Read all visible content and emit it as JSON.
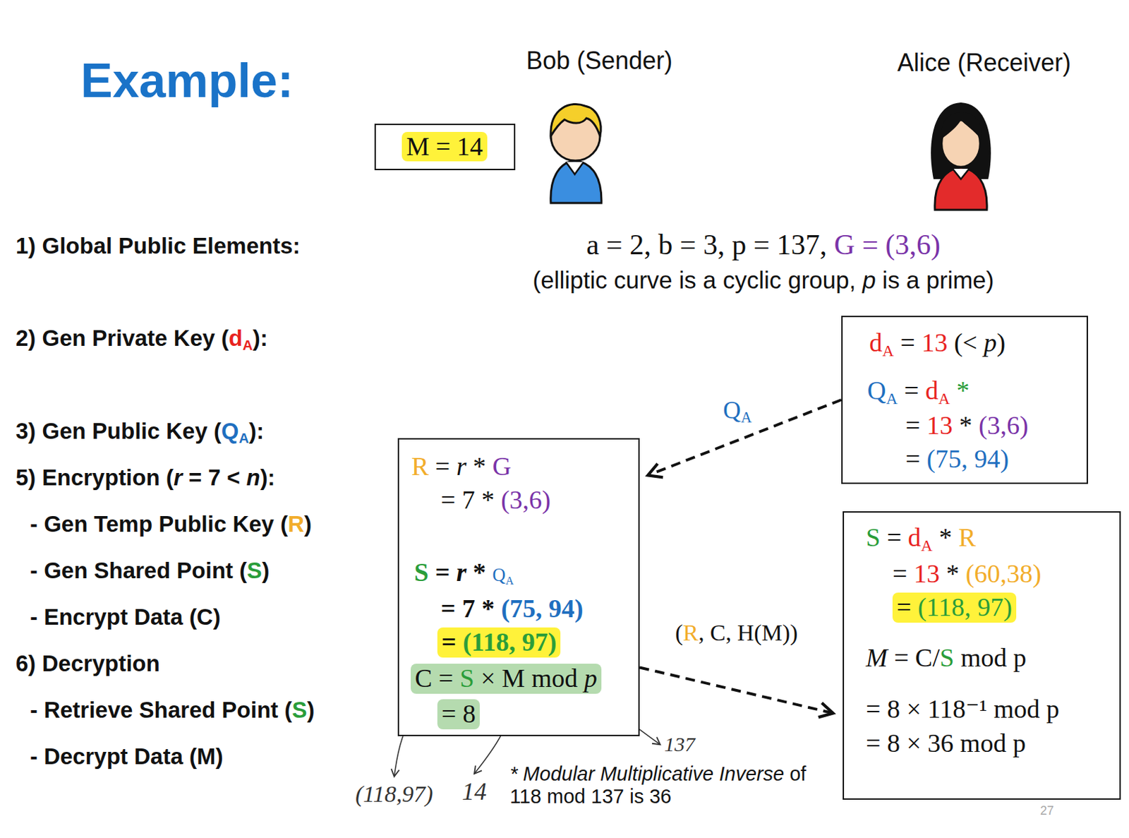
{
  "diagram": {
    "title": "Example:",
    "nodes": [
      {
        "text": [
          "M = 14"
        ]
      },
      {
        "text": [
          "dA = 13 (< p)",
          "QA = dA *",
          "= 13 * (3,6)",
          "= (75, 94)"
        ]
      },
      {
        "text": [
          "R = r * G",
          "= 7 * (3,6)",
          "S = r * QA",
          "= 7 * (75, 94)",
          "= (118, 97)",
          "C = S × M mod p",
          "= 8"
        ]
      },
      {
        "text": [
          "S = dA * R",
          "= 13 * (60,38)",
          "= (118, 97)",
          "M = C/S mod p",
          "= 8 × 118⁻¹ mod p",
          "= 8 × 36 mod p"
        ]
      }
    ],
    "edges": [
      {
        "from": 1,
        "to": 2,
        "arrow": "to",
        "label": "QA"
      },
      {
        "from": 2,
        "to": 3,
        "arrow": "to",
        "label": "(R, C, H(M))"
      }
    ],
    "labels": [
      "Bob (Sender)",
      "Alice (Receiver)",
      "1) Global Public Elements:",
      "a = 2, b = 3, p = 137, G = (3,6)",
      "(elliptic curve is a cyclic group, p is a prime)",
      "2) Gen Private Key (dA):",
      "3) Gen Public Key (QA):",
      "5) Encryption (r = 7 < n):",
      "- Gen Temp Public Key (R)",
      "- Gen Shared Point (S)",
      "- Encrypt Data (C)",
      "6) Decryption",
      "- Retrieve Shared Point (S)",
      "- Decrypt Data (M)",
      "(118,97)",
      "14",
      "137",
      "* Modular Multiplicative Inverse of 118 mod 137 is 36",
      "27"
    ]
  }
}
